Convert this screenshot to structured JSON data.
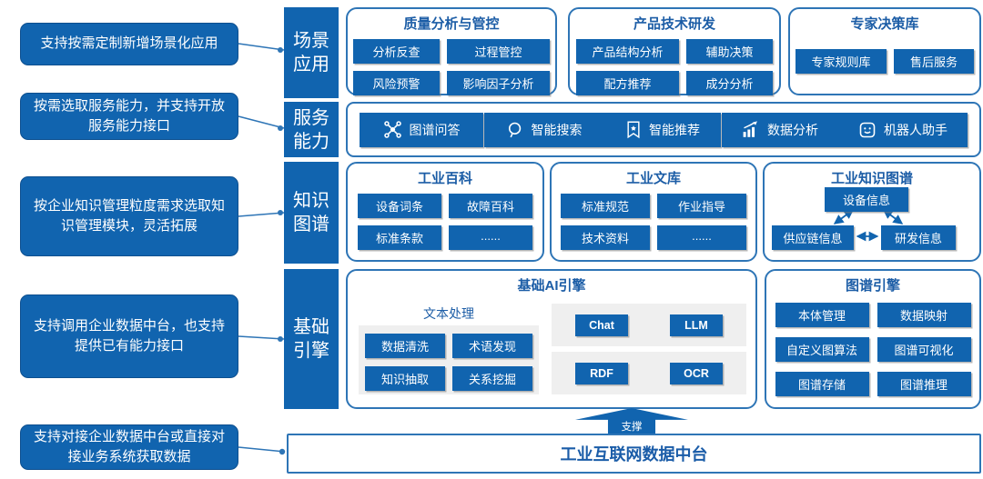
{
  "colors": {
    "primary_blue": "#1164af",
    "panel_border_blue": "#2e75b6",
    "title_blue": "#1c5da6",
    "sub_panel_gray": "#efefef"
  },
  "left_notes": [
    {
      "text": "支持按需定制新增场景化应用"
    },
    {
      "text": "按需选取服务能力，并支持开放服务能力接口"
    },
    {
      "text": "按企业知识管理粒度需求选取知识管理模块，灵活拓展"
    },
    {
      "text": "支持调用企业数据中台，也支持提供已有能力接口"
    },
    {
      "text": "支持对接企业数据中台或直接对接业务系统获取数据"
    }
  ],
  "layers": [
    {
      "label": "场景应用"
    },
    {
      "label": "服务能力"
    },
    {
      "label": "知识图谱"
    },
    {
      "label": "基础引擎"
    }
  ],
  "scenario": {
    "groups": [
      {
        "title": "质量分析与管控",
        "items": [
          "分析反查",
          "过程管控",
          "风险预警",
          "影响因子分析"
        ]
      },
      {
        "title": "产品技术研发",
        "items": [
          "产品结构分析",
          "辅助决策",
          "配方推荐",
          "成分分析"
        ]
      },
      {
        "title": "专家决策库",
        "items": [
          "专家规则库",
          "售后服务"
        ]
      }
    ]
  },
  "service": {
    "items": [
      {
        "icon": "graph-qa-icon",
        "label": "图谱问答"
      },
      {
        "icon": "search-icon",
        "label": "智能搜索"
      },
      {
        "icon": "bookmark-star-icon",
        "label": "智能推荐"
      },
      {
        "icon": "bar-chart-icon",
        "label": "数据分析"
      },
      {
        "icon": "robot-icon",
        "label": "机器人助手"
      }
    ]
  },
  "knowledge": {
    "groups": [
      {
        "title": "工业百科",
        "items": [
          "设备词条",
          "故障百科",
          "标准条款",
          "......"
        ]
      },
      {
        "title": "工业文库",
        "items": [
          "标准规范",
          "作业指导",
          "技术资料",
          "......"
        ]
      }
    ],
    "graph": {
      "title": "工业知识图谱",
      "nodes": [
        "设备信息",
        "供应链信息",
        "研发信息"
      ]
    }
  },
  "engine": {
    "ai": {
      "title": "基础AI引擎",
      "text_group": {
        "title": "文本处理",
        "items": [
          "数据清洗",
          "术语发现",
          "知识抽取",
          "关系挖掘"
        ]
      },
      "model_items": [
        "Chat",
        "LLM"
      ],
      "parse_items": [
        "RDF",
        "OCR"
      ]
    },
    "graph_engine": {
      "title": "图谱引擎",
      "items": [
        "本体管理",
        "数据映射",
        "自定义图算法",
        "图谱可视化",
        "图谱存储",
        "图谱推理"
      ]
    }
  },
  "support": {
    "arrow_label": "支撑"
  },
  "platform": {
    "label": "工业互联网数据中台"
  }
}
